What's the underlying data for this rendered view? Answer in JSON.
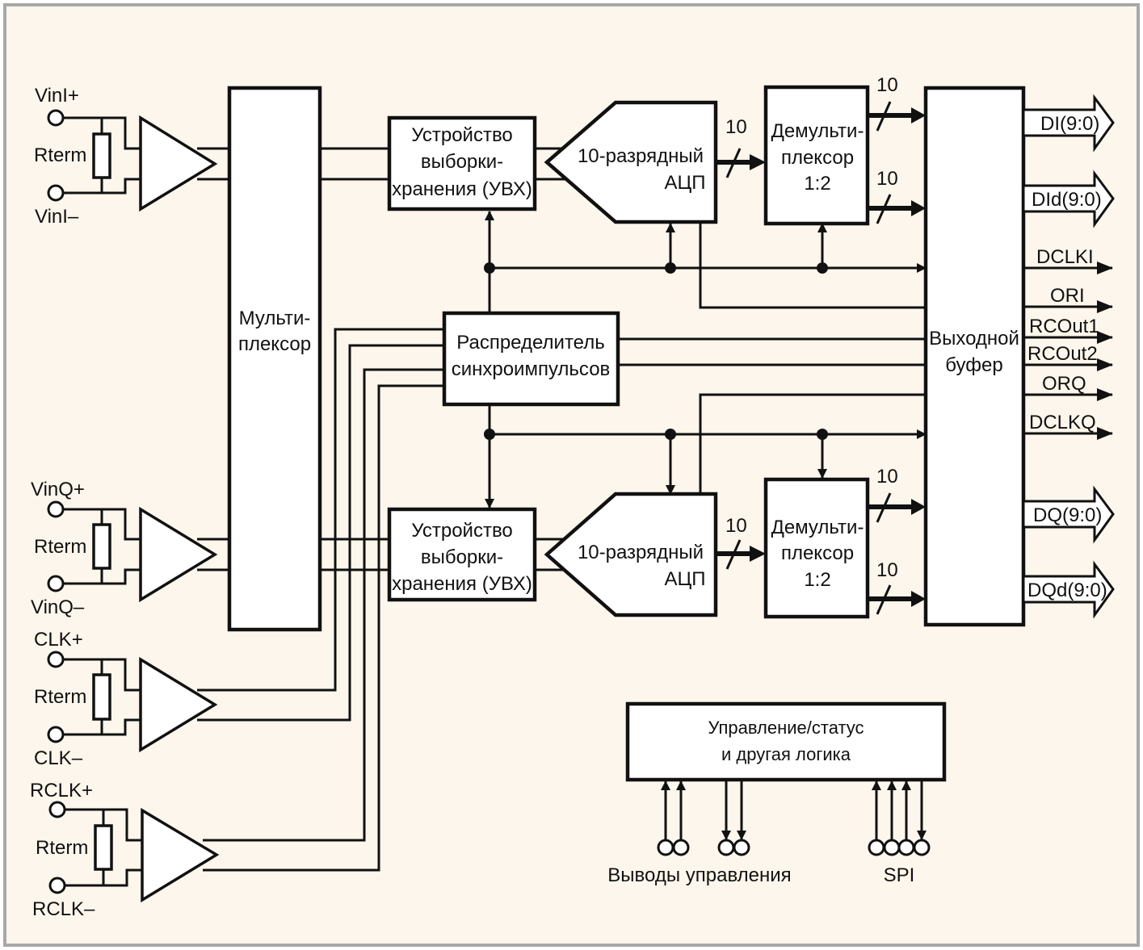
{
  "colors": {
    "background": "#fdf6ec",
    "border": "#a8a8a8",
    "ink": "#111111"
  },
  "inputs": {
    "vin_i_plus": "VinI+",
    "vin_i_minus": "VinI–",
    "vin_q_plus": "VinQ+",
    "vin_q_minus": "VinQ–",
    "clk_plus": "CLK+",
    "clk_minus": "CLK–",
    "rclk_plus": "RCLK+",
    "rclk_minus": "RCLK–",
    "rterm": "Rterm"
  },
  "blocks": {
    "multiplexer": [
      "Мульти-",
      "плексор"
    ],
    "sample_hold": [
      "Устройство",
      "выборки-",
      "хранения (УВХ)"
    ],
    "adc": [
      "10-разрядный",
      "АЦП"
    ],
    "demux": [
      "Демульти-",
      "плексор",
      "1:2"
    ],
    "clock_distributor": [
      "Распределитель",
      "синхроимпульсов"
    ],
    "output_buffer": [
      "Выходной",
      "буфер"
    ],
    "control_logic": [
      "Управление/статус",
      "и другая логика"
    ]
  },
  "bus_width": "10",
  "outputs": {
    "di": "DI(9:0)",
    "did": "DId(9:0)",
    "dclki": "DCLKI",
    "ori": "ORI",
    "rcout1": "RCOut1",
    "rcout2": "RCOut2",
    "orq": "ORQ",
    "dclkq": "DCLKQ",
    "dq": "DQ(9:0)",
    "dqd": "DQd(9:0)"
  },
  "control_labels": {
    "control_pins": "Выводы управления",
    "spi": "SPI"
  }
}
